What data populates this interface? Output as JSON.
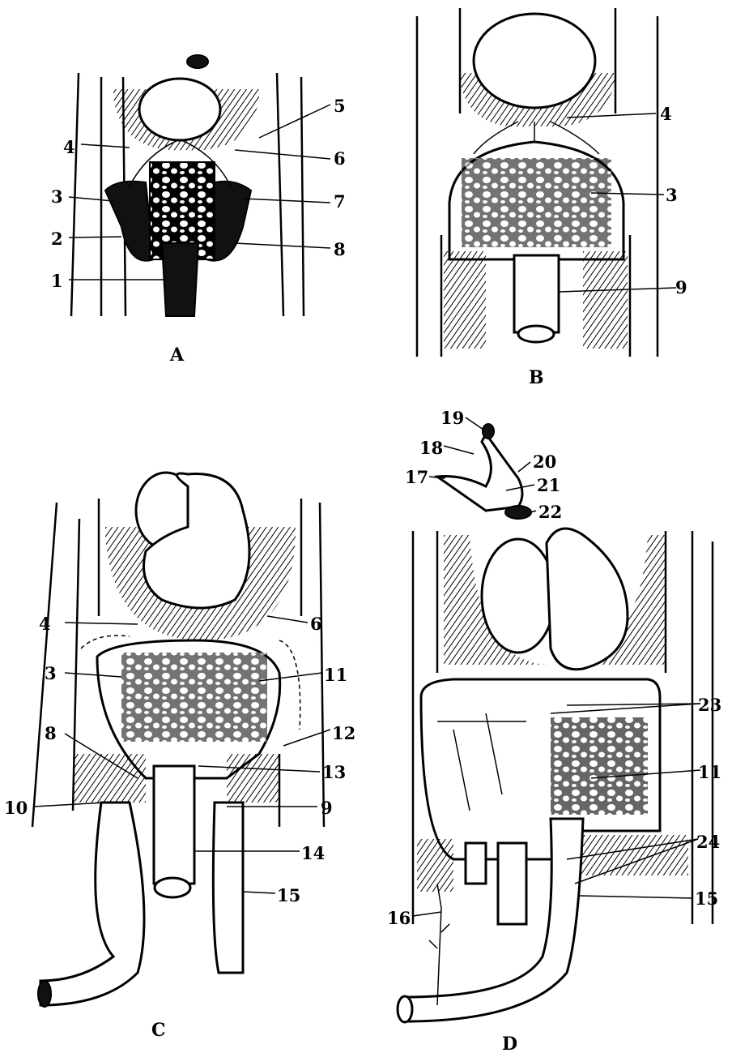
{
  "figure": {
    "panels": [
      {
        "caption": "A",
        "labels": [
          "1",
          "2",
          "3",
          "4",
          "5",
          "6",
          "7",
          "8"
        ]
      },
      {
        "caption": "B",
        "labels": [
          "4",
          "3",
          "9"
        ]
      },
      {
        "caption": "C",
        "labels": [
          "4",
          "6",
          "3",
          "11",
          "12",
          "8",
          "13",
          "10",
          "9",
          "14",
          "15"
        ]
      },
      {
        "caption": "D",
        "labels": [
          "19",
          "18",
          "20",
          "17",
          "21",
          "22",
          "23",
          "11",
          "24",
          "15",
          "16"
        ]
      }
    ]
  }
}
